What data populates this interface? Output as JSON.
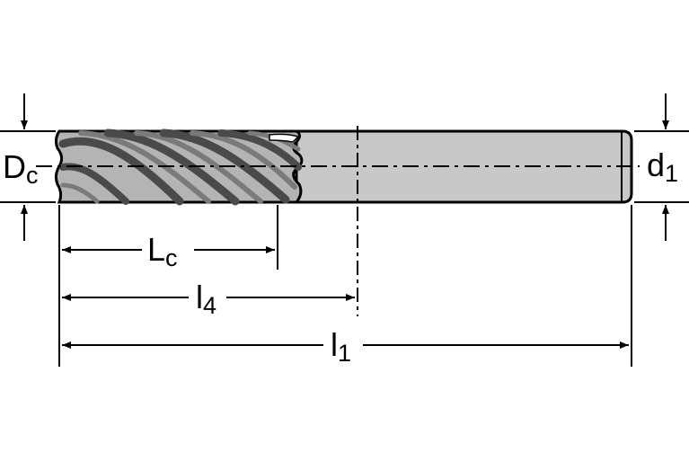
{
  "colors": {
    "line": "#000000",
    "shank_fill": "#c8c8c8",
    "flute_fill": "#b4b4b4",
    "flute_dark": "#4a4a4a",
    "flute_mid": "#7a7a7a",
    "background": "#ffffff"
  },
  "labels": {
    "dc": {
      "main": "D",
      "sub": "c"
    },
    "d1": {
      "main": "d",
      "sub": "1"
    },
    "lc": {
      "main": "L",
      "sub": "c"
    },
    "l4": {
      "main": "l",
      "sub": "4"
    },
    "l1": {
      "main": "l",
      "sub": "1"
    }
  }
}
